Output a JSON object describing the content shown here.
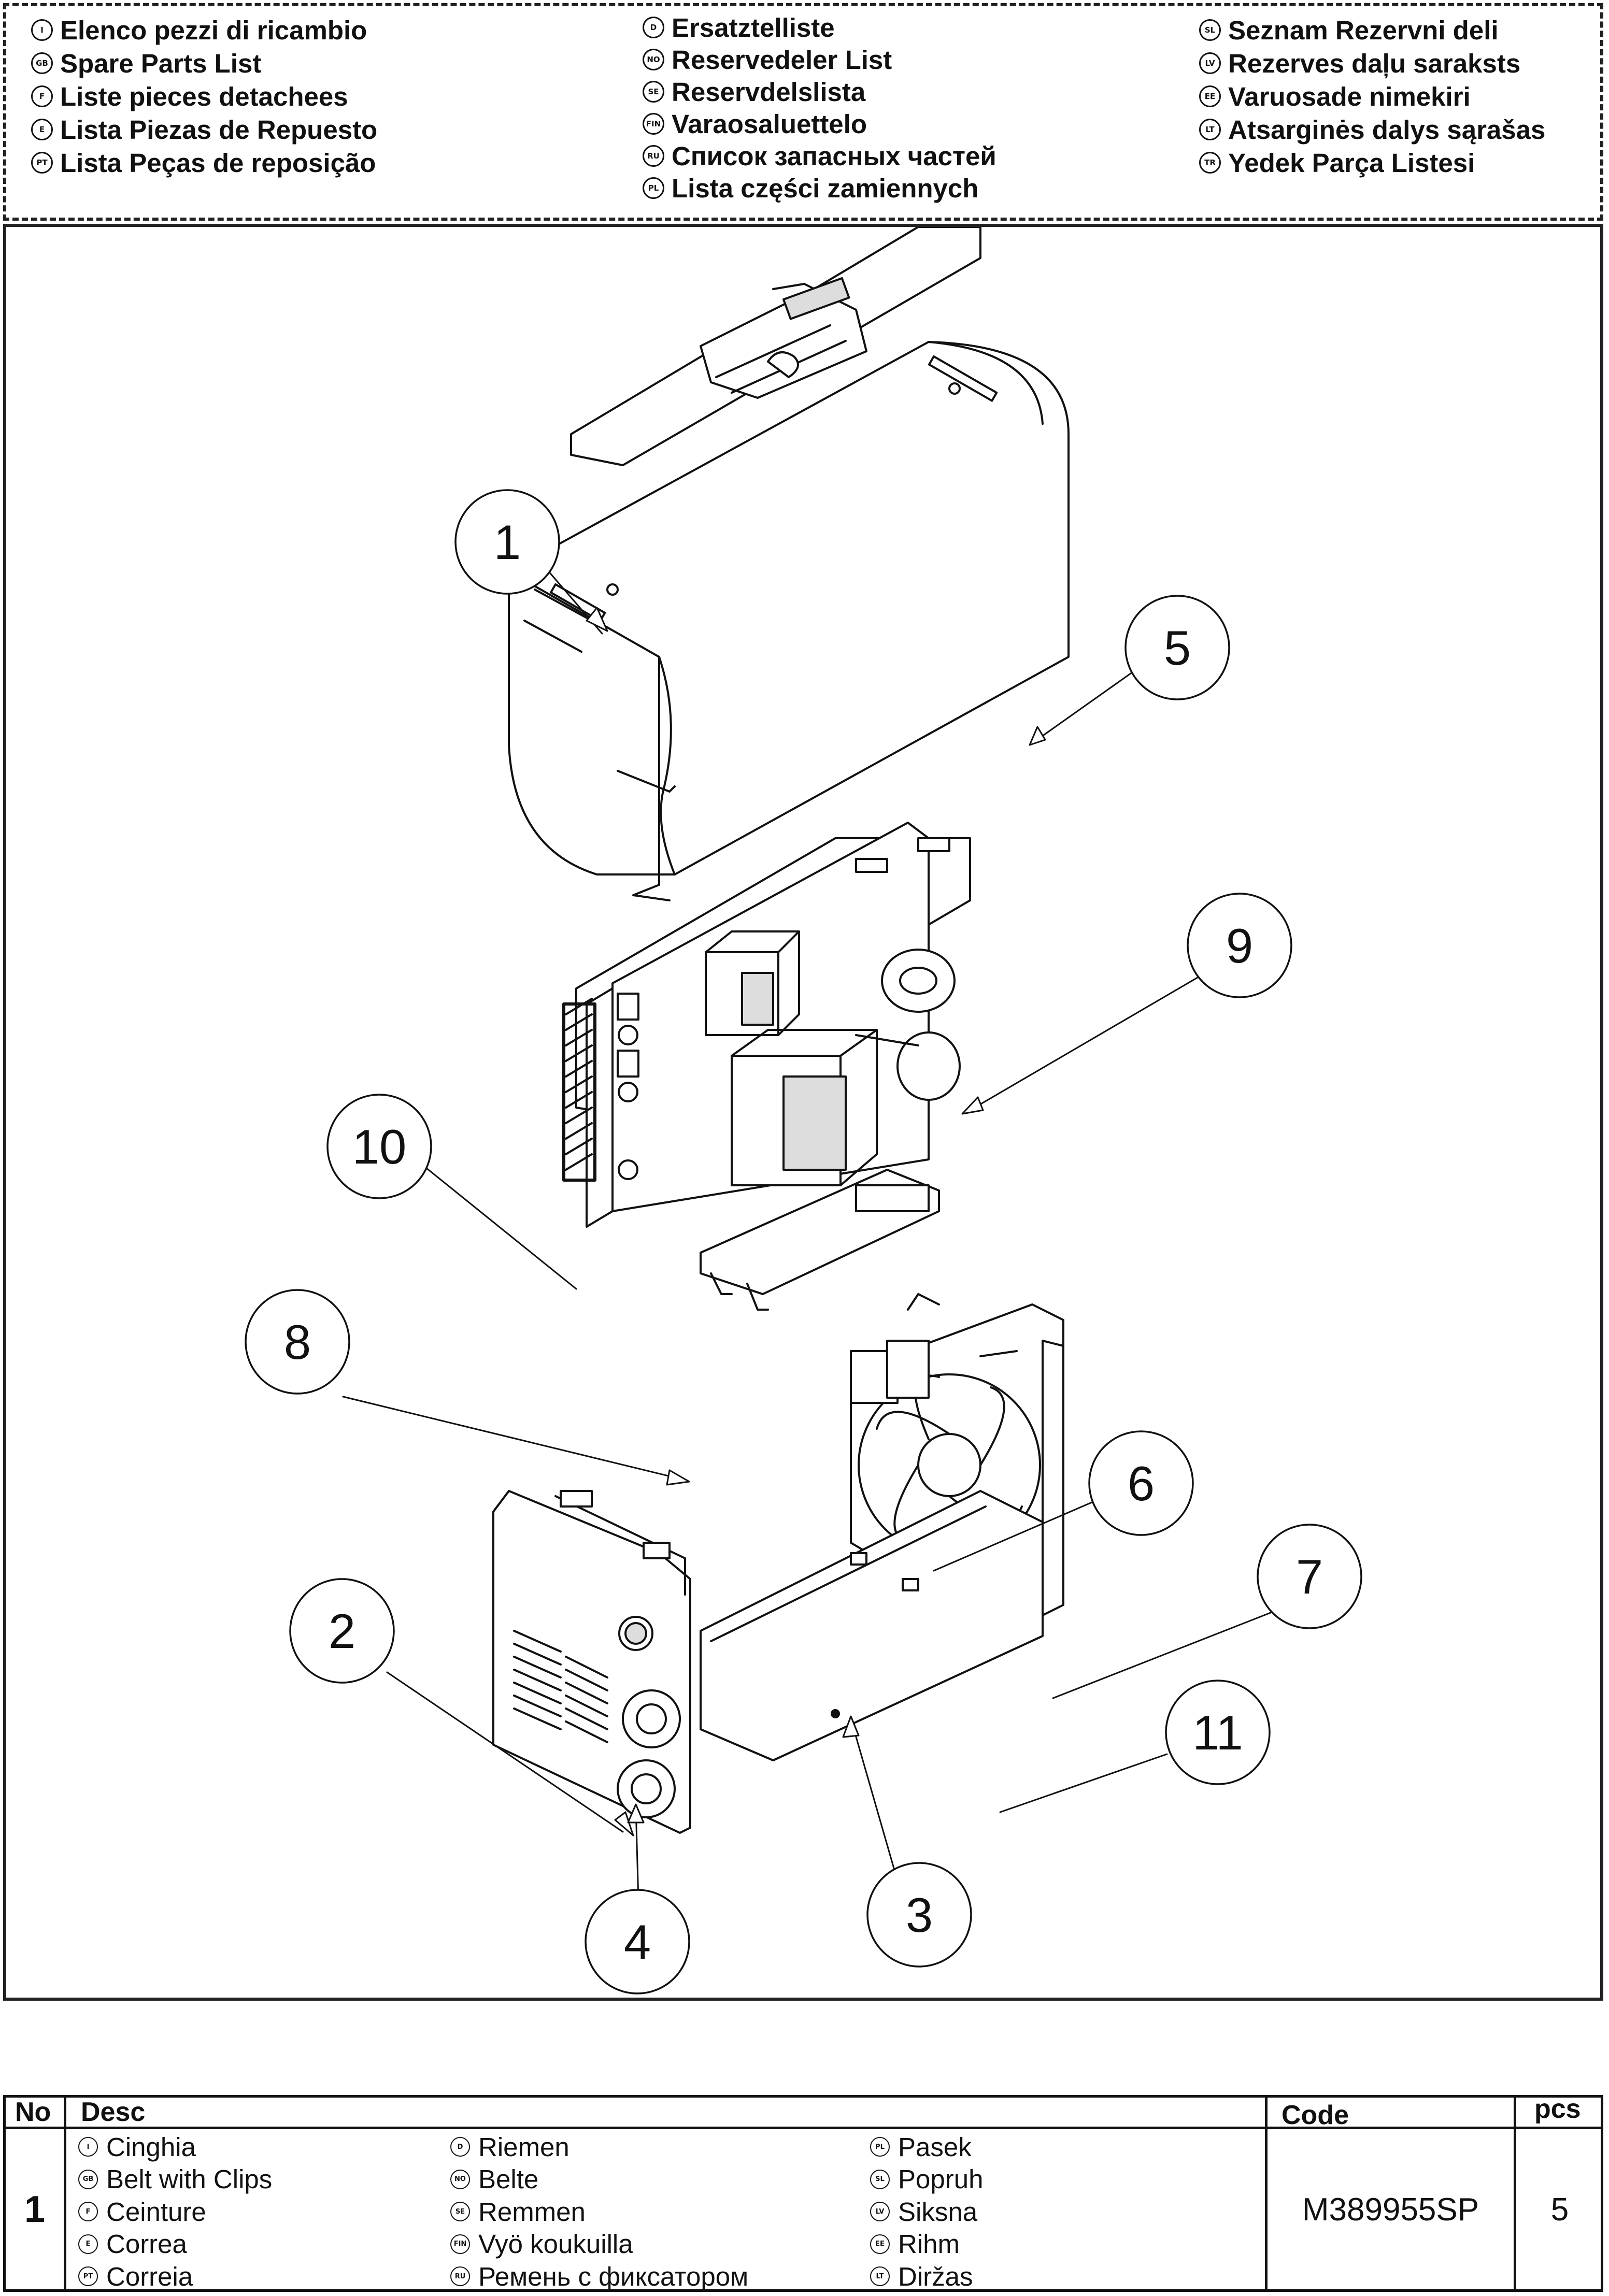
{
  "header": {
    "columns": [
      [
        {
          "code": "I",
          "text": "Elenco pezzi di ricambio"
        },
        {
          "code": "GB",
          "text": "Spare Parts List"
        },
        {
          "code": "F",
          "text": "Liste pieces detachees"
        },
        {
          "code": "E",
          "text": "Lista Piezas de Repuesto"
        },
        {
          "code": "PT",
          "text": "Lista Peças de reposição"
        }
      ],
      [
        {
          "code": "D",
          "text": "Ersatztelliste"
        },
        {
          "code": "NO",
          "text": "Reservedeler List"
        },
        {
          "code": "SE",
          "text": "Reservdelslista"
        },
        {
          "code": "FIN",
          "text": "Varaosaluettelo"
        },
        {
          "code": "RU",
          "text": "Список запасных частей"
        },
        {
          "code": "PL",
          "text": "Lista części zamiennych"
        }
      ],
      [
        {
          "code": "SL",
          "text": "Seznam Rezervni deli"
        },
        {
          "code": "LV",
          "text": "Rezerves daļu saraksts"
        },
        {
          "code": "EE",
          "text": "Varuosade nimekiri"
        },
        {
          "code": "LT",
          "text": "Atsarginės dalys sąrašas"
        },
        {
          "code": "TR",
          "text": "Yedek Parça Listesi"
        }
      ]
    ]
  },
  "drawing": {
    "callouts": [
      "1",
      "2",
      "3",
      "4",
      "5",
      "6",
      "7",
      "8",
      "9",
      "10",
      "11"
    ]
  },
  "table": {
    "headers": {
      "no": "No",
      "desc": "Desc",
      "code": "Code",
      "pcs": "pcs"
    },
    "row": {
      "no": "1",
      "code": "M389955SP",
      "pcs": "5",
      "desc_columns": [
        [
          {
            "code": "I",
            "text": "Cinghia"
          },
          {
            "code": "GB",
            "text": "Belt with Clips"
          },
          {
            "code": "F",
            "text": "Ceinture"
          },
          {
            "code": "E",
            "text": "Correa"
          },
          {
            "code": "PT",
            "text": "Correia"
          }
        ],
        [
          {
            "code": "D",
            "text": "Riemen"
          },
          {
            "code": "NO",
            "text": "Belte"
          },
          {
            "code": "SE",
            "text": "Remmen"
          },
          {
            "code": "FIN",
            "text": "Vyö koukuilla"
          },
          {
            "code": "RU",
            "text": "Ремень с фиксатором"
          }
        ],
        [
          {
            "code": "PL",
            "text": "Pasek"
          },
          {
            "code": "SL",
            "text": "Popruh"
          },
          {
            "code": "LV",
            "text": "Siksna"
          },
          {
            "code": "EE",
            "text": "Rihm"
          },
          {
            "code": "LT",
            "text": "Diržas"
          }
        ]
      ]
    }
  }
}
